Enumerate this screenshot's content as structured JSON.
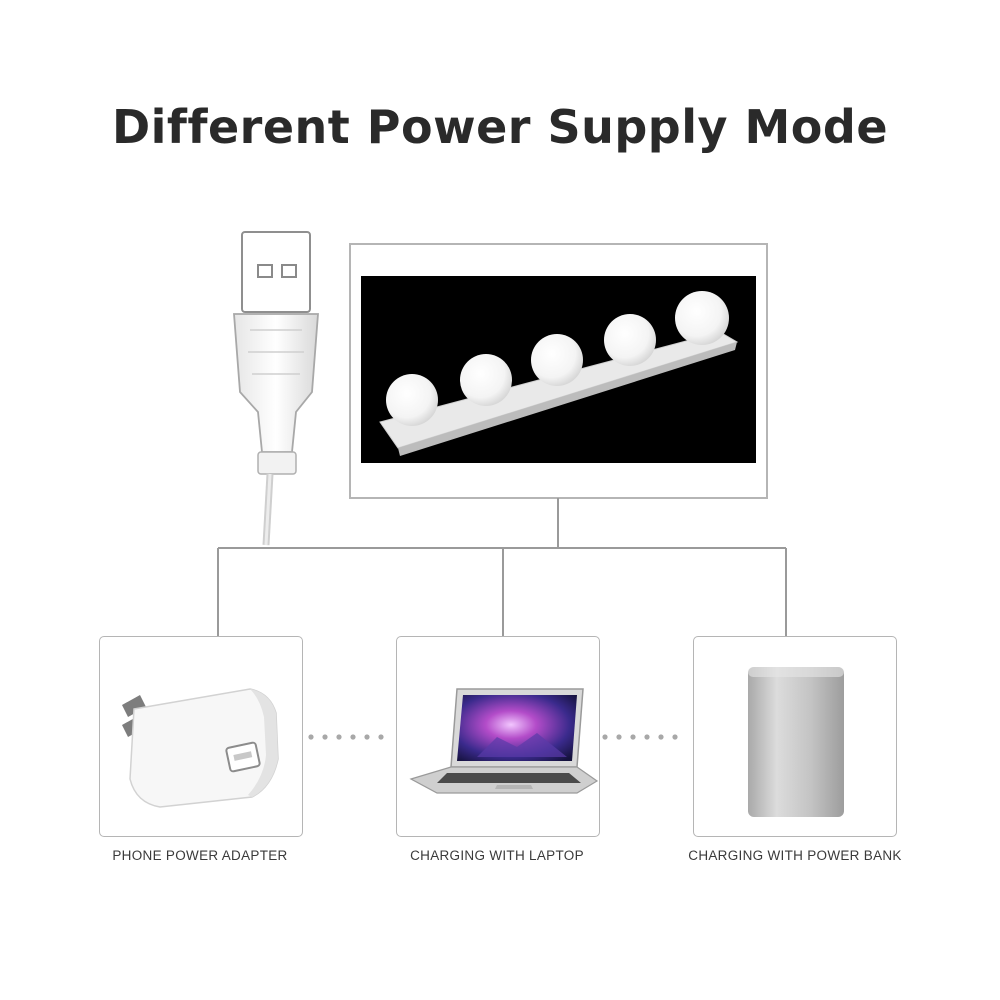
{
  "title": "Different Power Supply Mode",
  "devices": [
    {
      "label": "PHONE POWER ADAPTER",
      "icon": "phone-power-adapter-icon"
    },
    {
      "label": "CHARGING WITH LAPTOP",
      "icon": "laptop-icon"
    },
    {
      "label": "CHARGING WITH POWER BANK",
      "icon": "power-bank-icon"
    }
  ],
  "product": {
    "icon": "led-vanity-light-bar-icon",
    "bulb_count": 5
  },
  "connector": {
    "icon": "usb-plug-icon"
  },
  "colors": {
    "line": "#9a9a9a",
    "frame": "#b5b5b5",
    "panel": "#000000",
    "text": "#2a2a2a"
  }
}
